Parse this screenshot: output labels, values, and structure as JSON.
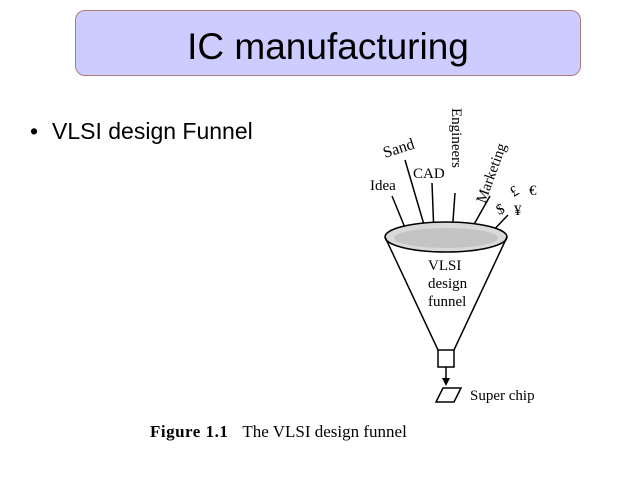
{
  "slide": {
    "title": "IC manufacturing",
    "bullet": "VLSI design Funnel"
  },
  "diagram": {
    "inputs": [
      "Idea",
      "CAD",
      "Sand",
      "Engineers",
      "Marketing"
    ],
    "currency_symbols": [
      "$",
      "£",
      "¥",
      "€"
    ],
    "funnel_label": [
      "VLSI",
      "design",
      "funnel"
    ],
    "output": "Super chip"
  },
  "caption": {
    "figure_number": "Figure 1.1",
    "text": "The VLSI design funnel"
  },
  "colors": {
    "title_bg": "#ccccff",
    "title_border": "#b07a7a"
  }
}
